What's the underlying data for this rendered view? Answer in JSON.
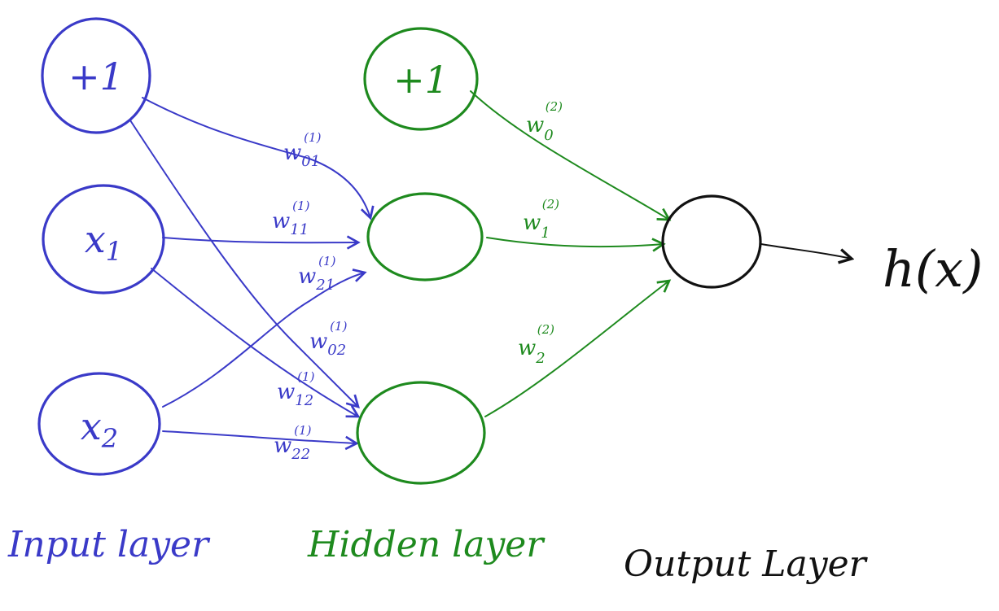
{
  "colors": {
    "input": "#3a3ac8",
    "hidden": "#1e8a1e",
    "output": "#111111"
  },
  "nodes": {
    "input_bias": "+1",
    "input_x1": "x",
    "input_x1_sub": "1",
    "input_x2": "x",
    "input_x2_sub": "2",
    "hidden_bias": "+1",
    "hidden_h1": "",
    "hidden_h2": "",
    "output": ""
  },
  "weights": {
    "w01": {
      "main": "w",
      "sub": "01",
      "sup": "(1)"
    },
    "w11": {
      "main": "w",
      "sub": "11",
      "sup": "(1)"
    },
    "w21": {
      "main": "w",
      "sub": "21",
      "sup": "(1)"
    },
    "w02": {
      "main": "w",
      "sub": "02",
      "sup": "(1)"
    },
    "w12": {
      "main": "w",
      "sub": "12",
      "sup": "(1)"
    },
    "w22": {
      "main": "w",
      "sub": "22",
      "sup": "(1)"
    },
    "w0_2": {
      "main": "w",
      "sub": "0",
      "sup": "(2)"
    },
    "w1_2": {
      "main": "w",
      "sub": "1",
      "sup": "(2)"
    },
    "w2_2": {
      "main": "w",
      "sub": "2",
      "sup": "(2)"
    }
  },
  "output_label": "h(x)",
  "layer_labels": {
    "input": "Input layer",
    "hidden": "Hidden layer",
    "output": "Output Layer"
  }
}
